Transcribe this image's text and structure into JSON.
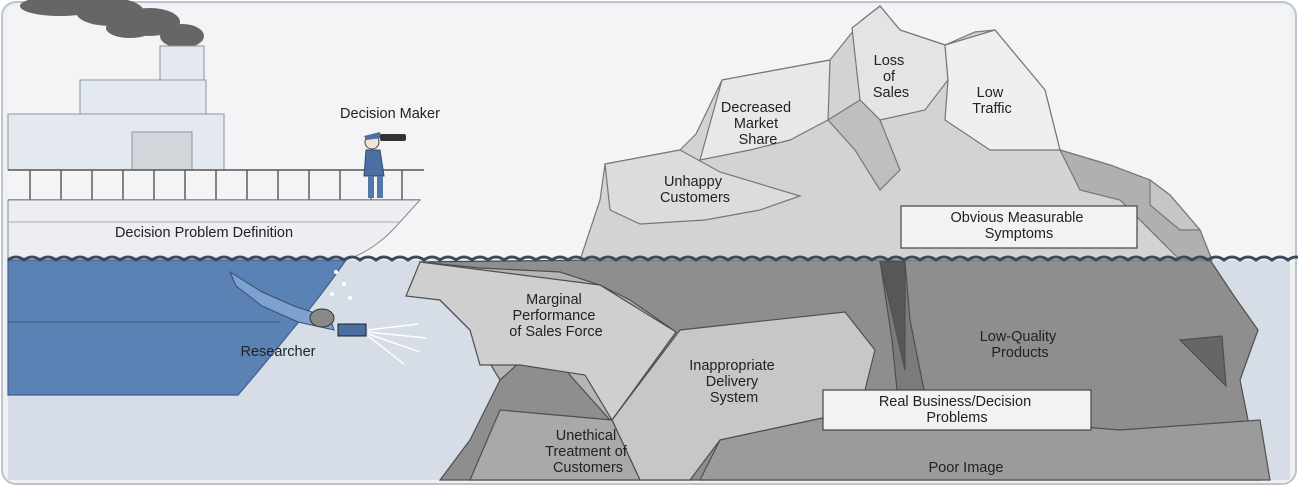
{
  "ship": {
    "label": "Decision Problem Definition"
  },
  "people": {
    "decision_maker": "Decision Maker",
    "researcher": "Researcher"
  },
  "iceberg": {
    "above_water": {
      "loss_of_sales": [
        "Loss",
        "of",
        "Sales"
      ],
      "low_traffic": [
        "Low",
        "Traffic"
      ],
      "decreased_market_share": [
        "Decreased",
        "Market",
        "Share"
      ],
      "unhappy_customers": [
        "Unhappy",
        "Customers"
      ],
      "box_label": [
        "Obvious Measurable",
        "Symptoms"
      ]
    },
    "below_water": {
      "marginal_performance": [
        "Marginal",
        "Performance",
        "of Sales Force"
      ],
      "inappropriate_delivery": [
        "Inappropriate",
        "Delivery",
        "System"
      ],
      "low_quality_products": [
        "Low-Quality",
        "Products"
      ],
      "unethical_treatment": [
        "Unethical",
        "Treatment of",
        "Customers"
      ],
      "poor_image": [
        "Poor Image"
      ],
      "box_label": [
        "Real Business/Decision",
        "Problems"
      ]
    }
  },
  "colors": {
    "hull_underwater": "#5b82b4",
    "berg_above": "#d4d4d4",
    "berg_below": "#8e8e8e"
  }
}
